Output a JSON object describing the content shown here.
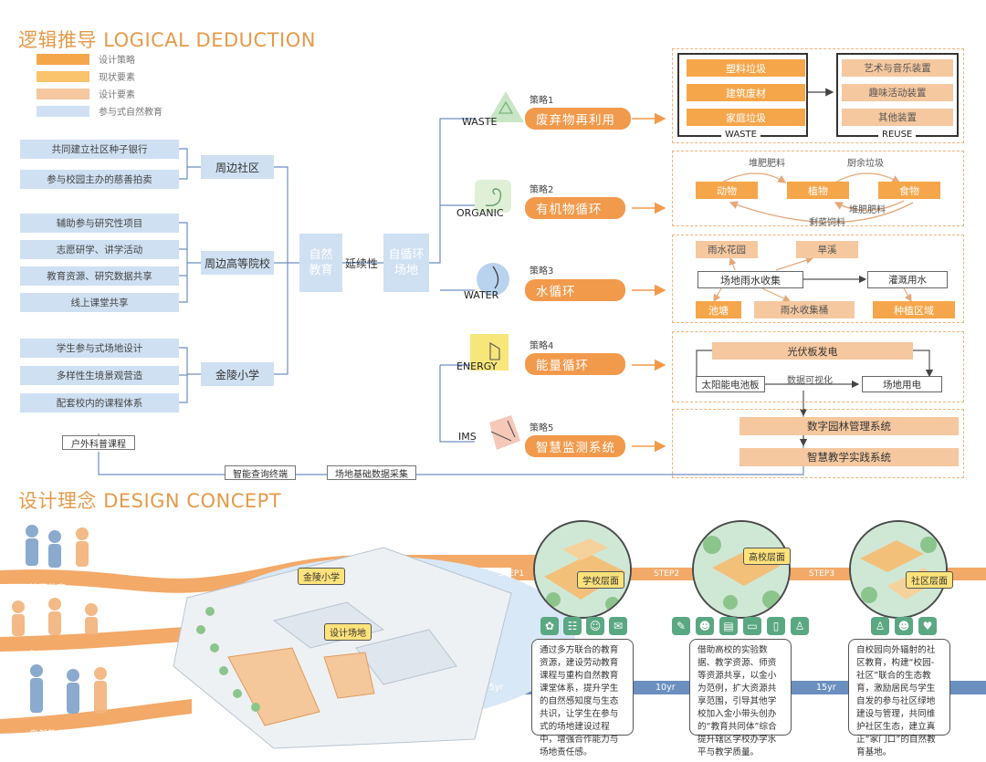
{
  "titles": {
    "logic_cn": "逻辑推导",
    "logic_en": "LOGICAL DEDUCTION",
    "concept_cn": "设计理念",
    "concept_en": "DESIGN CONCEPT"
  },
  "legend": [
    {
      "label": "设计策略",
      "color": "#f6a64a"
    },
    {
      "label": "现状要素",
      "color": "#f9c46b"
    },
    {
      "label": "设计要素",
      "color": "#f5c89f"
    },
    {
      "label": "参与式自然教育",
      "color": "#cfe0f2"
    }
  ],
  "left_items": {
    "community": [
      "共同建立社区种子银行",
      "参与校园主办的慈善拍卖"
    ],
    "college": [
      "辅助参与研究性项目",
      "志愿研学、讲学活动",
      "教育资源、研究数据共享",
      "线上课堂共享"
    ],
    "school": [
      "学生参与式场地设计",
      "多样性生境景观营造",
      "配套校内的课程体系"
    ]
  },
  "hubs": {
    "community": "周边社区",
    "college": "周边高等院校",
    "school": "金陵小学",
    "nature_edu": "自然教育",
    "sustain": "延续性",
    "cycle_site": "自循环场地"
  },
  "bottom_labels": {
    "outdoor": "户外科普课程",
    "terminal": "智能查询终端",
    "data": "场地基础数据采集"
  },
  "strategies": [
    {
      "category": "WASTE",
      "num": "策略1",
      "label": "废弃物再利用"
    },
    {
      "category": "ORGANIC",
      "num": "策略2",
      "label": "有机物循环"
    },
    {
      "category": "WATER",
      "num": "策略3",
      "label": "水循环"
    },
    {
      "category": "ENERGY",
      "num": "策略4",
      "label": "能量循环"
    },
    {
      "category": "IMS",
      "num": "策略5",
      "label": "智慧监测系统"
    }
  ],
  "waste": {
    "waste_items": [
      "塑料垃圾",
      "建筑废材",
      "家庭垃圾"
    ],
    "reuse_items": [
      "艺术与音乐装置",
      "趣味活动装置",
      "其他装置"
    ],
    "waste_caption": "WASTE",
    "reuse_caption": "REUSE"
  },
  "organic": {
    "nodes": [
      "动物",
      "植物",
      "食物"
    ],
    "labels": [
      "堆肥肥料",
      "厨余垃圾",
      "堆肥肥料",
      "剩菜饲料"
    ]
  },
  "water": {
    "center": "场地雨水收集",
    "top": [
      "雨水花园",
      "旱溪"
    ],
    "right": "灌溉用水",
    "bottom": [
      "池塘",
      "雨水收集桶",
      "种植区域"
    ]
  },
  "energy": {
    "top": "光伏板发电",
    "left": "太阳能电池板",
    "mid": "数据可视化",
    "right": "场地用电"
  },
  "ims": {
    "items": [
      "数字园林管理系统",
      "智慧教学实践系统"
    ]
  },
  "concept": {
    "band_labels": [
      "社区共享",
      "参与式设计",
      "自然教育"
    ],
    "site_tags": [
      "金陵小学",
      "设计场地"
    ],
    "steps": [
      "STEP1",
      "STEP2",
      "STEP3"
    ],
    "years": [
      "5yr",
      "10yr",
      "15yr"
    ],
    "circle_tags": [
      "学校层面",
      "高校层面",
      "社区层面"
    ],
    "descriptions": [
      "通过多方联合的教育资源，建设劳动教育课程与重构自然教育课堂体系，提升学生的自然感知度与生态共识，让学生在参与式的场地建设过程中，增强合作能力与场地责任感。",
      "借助高校的实验数据、教学资源、师资等资源共享，以金小为范例，扩大资源共享范围，引导其他学校加入金小带头创办的“教育共同体”综合提升辖区学校办学水平与教学质量。",
      "自校园向外辐射的社区教育，构建“校园-社区”联合的生态教育，激励居民与学生自发的参与社区绿地建设与管理，共同维护社区生态，建立真正“家门口”的自然教育基地。"
    ]
  }
}
